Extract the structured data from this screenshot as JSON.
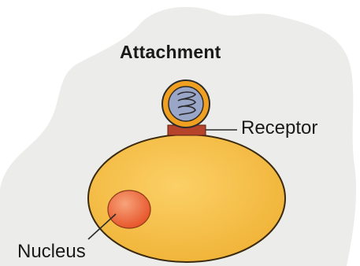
{
  "diagram": {
    "title": "Attachment",
    "labels": {
      "receptor": "Receptor",
      "nucleus": "Nucleus"
    }
  },
  "colors": {
    "background_blob": "#ececea",
    "cell_fill": "#f7c24a",
    "cell_stroke": "#3a2a10",
    "nucleus_fill": "#ef6a3c",
    "receptor_fill": "#b5442a",
    "virus_capsid": "#f0a020",
    "virus_core": "#9aa6c8",
    "virus_outline": "#2a2a2a"
  },
  "icons": {
    "virus": "virus-particle-icon",
    "host_cell": "host-cell-shape"
  }
}
